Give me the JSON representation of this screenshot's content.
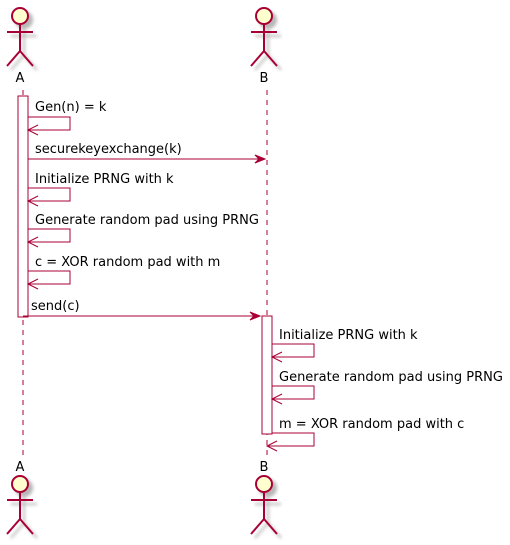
{
  "colors": {
    "line": "#A80036",
    "actor_fill": "#FEFECE",
    "activation_fill": "#FFFFFF",
    "text": "#000000"
  },
  "actors": {
    "a": {
      "label": "A",
      "icon": "actor-stick-figure-icon"
    },
    "b": {
      "label": "B",
      "icon": "actor-stick-figure-icon"
    }
  },
  "messages": [
    {
      "from": "A",
      "to": "A",
      "text": "Gen(n) = k"
    },
    {
      "from": "A",
      "to": "B",
      "text": "securekeyexchange(k)"
    },
    {
      "from": "A",
      "to": "A",
      "text": "Initialize PRNG with k"
    },
    {
      "from": "A",
      "to": "A",
      "text": "Generate random pad using PRNG"
    },
    {
      "from": "A",
      "to": "A",
      "text": "c = XOR random pad with m"
    },
    {
      "from": "A",
      "to": "B",
      "text": "send(c)"
    },
    {
      "from": "B",
      "to": "B",
      "text": "Initialize PRNG with k"
    },
    {
      "from": "B",
      "to": "B",
      "text": "Generate random pad using PRNG"
    },
    {
      "from": "B",
      "to": "B",
      "text": "m = XOR random pad with c"
    }
  ]
}
